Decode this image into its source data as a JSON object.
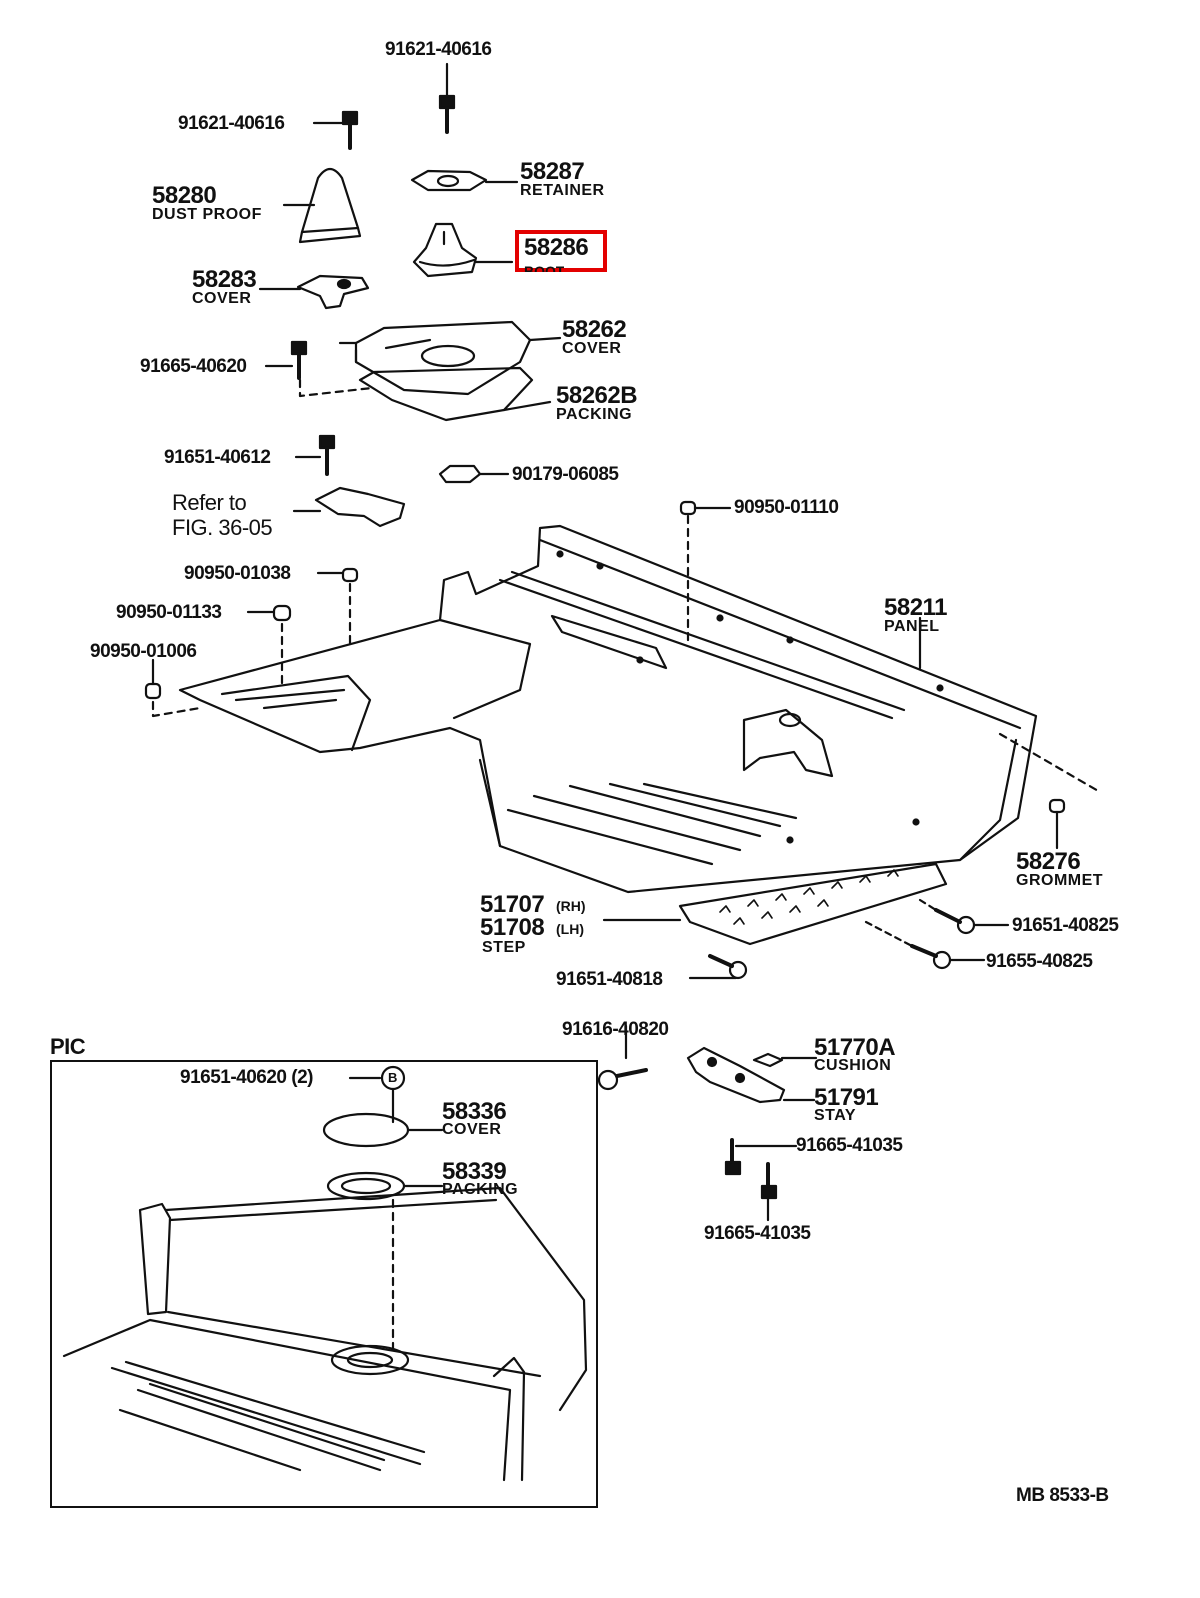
{
  "colors": {
    "ink": "#111111",
    "highlight": "#e30000",
    "background": "#ffffff"
  },
  "labels": {
    "p91621_top": "91621-40616",
    "p91621_left": "91621-40616",
    "p58287": "58287",
    "p58287_name": "RETAINER",
    "p58280": "58280",
    "p58280_name": "DUST PROOF",
    "p58286": "58286",
    "p58286_name": "BOOT",
    "p58283": "58283",
    "p58283_name": "COVER",
    "p58262": "58262",
    "p58262_name": "COVER",
    "p91665_40620": "91665-40620",
    "p58262b": "58262B",
    "p58262b_name": "PACKING",
    "p91651_40612": "91651-40612",
    "p90179": "90179-06085",
    "refer_line1": "Refer to",
    "refer_line2": "FIG. 36-05",
    "p90950_01110": "90950-01110",
    "p90950_01038": "90950-01038",
    "p90950_01133": "90950-01133",
    "p90950_01006": "90950-01006",
    "p58211": "58211",
    "p58211_name": "PANEL",
    "p58276": "58276",
    "p58276_name": "GROMMET",
    "p51707": "51707",
    "p51707_side": "(RH)",
    "p51708": "51708",
    "p51708_side": "(LH)",
    "step_name": "STEP",
    "p91651_40825": "91651-40825",
    "p91655_40825": "91655-40825",
    "p91651_40818": "91651-40818",
    "pic_label": "PIC",
    "p91651_40620": "91651-40620 (2)",
    "ref_b": "B",
    "p58336": "58336",
    "p58336_name": "COVER",
    "p58339": "58339",
    "p58339_name": "PACKING",
    "p91616_40820": "91616-40820",
    "p51770a": "51770A",
    "p51770a_name": "CUSHION",
    "p51791": "51791",
    "p51791_name": "STAY",
    "p91665_41035_a": "91665-41035",
    "p91665_41035_b": "91665-41035",
    "figure_code": "MB  8533-B"
  }
}
